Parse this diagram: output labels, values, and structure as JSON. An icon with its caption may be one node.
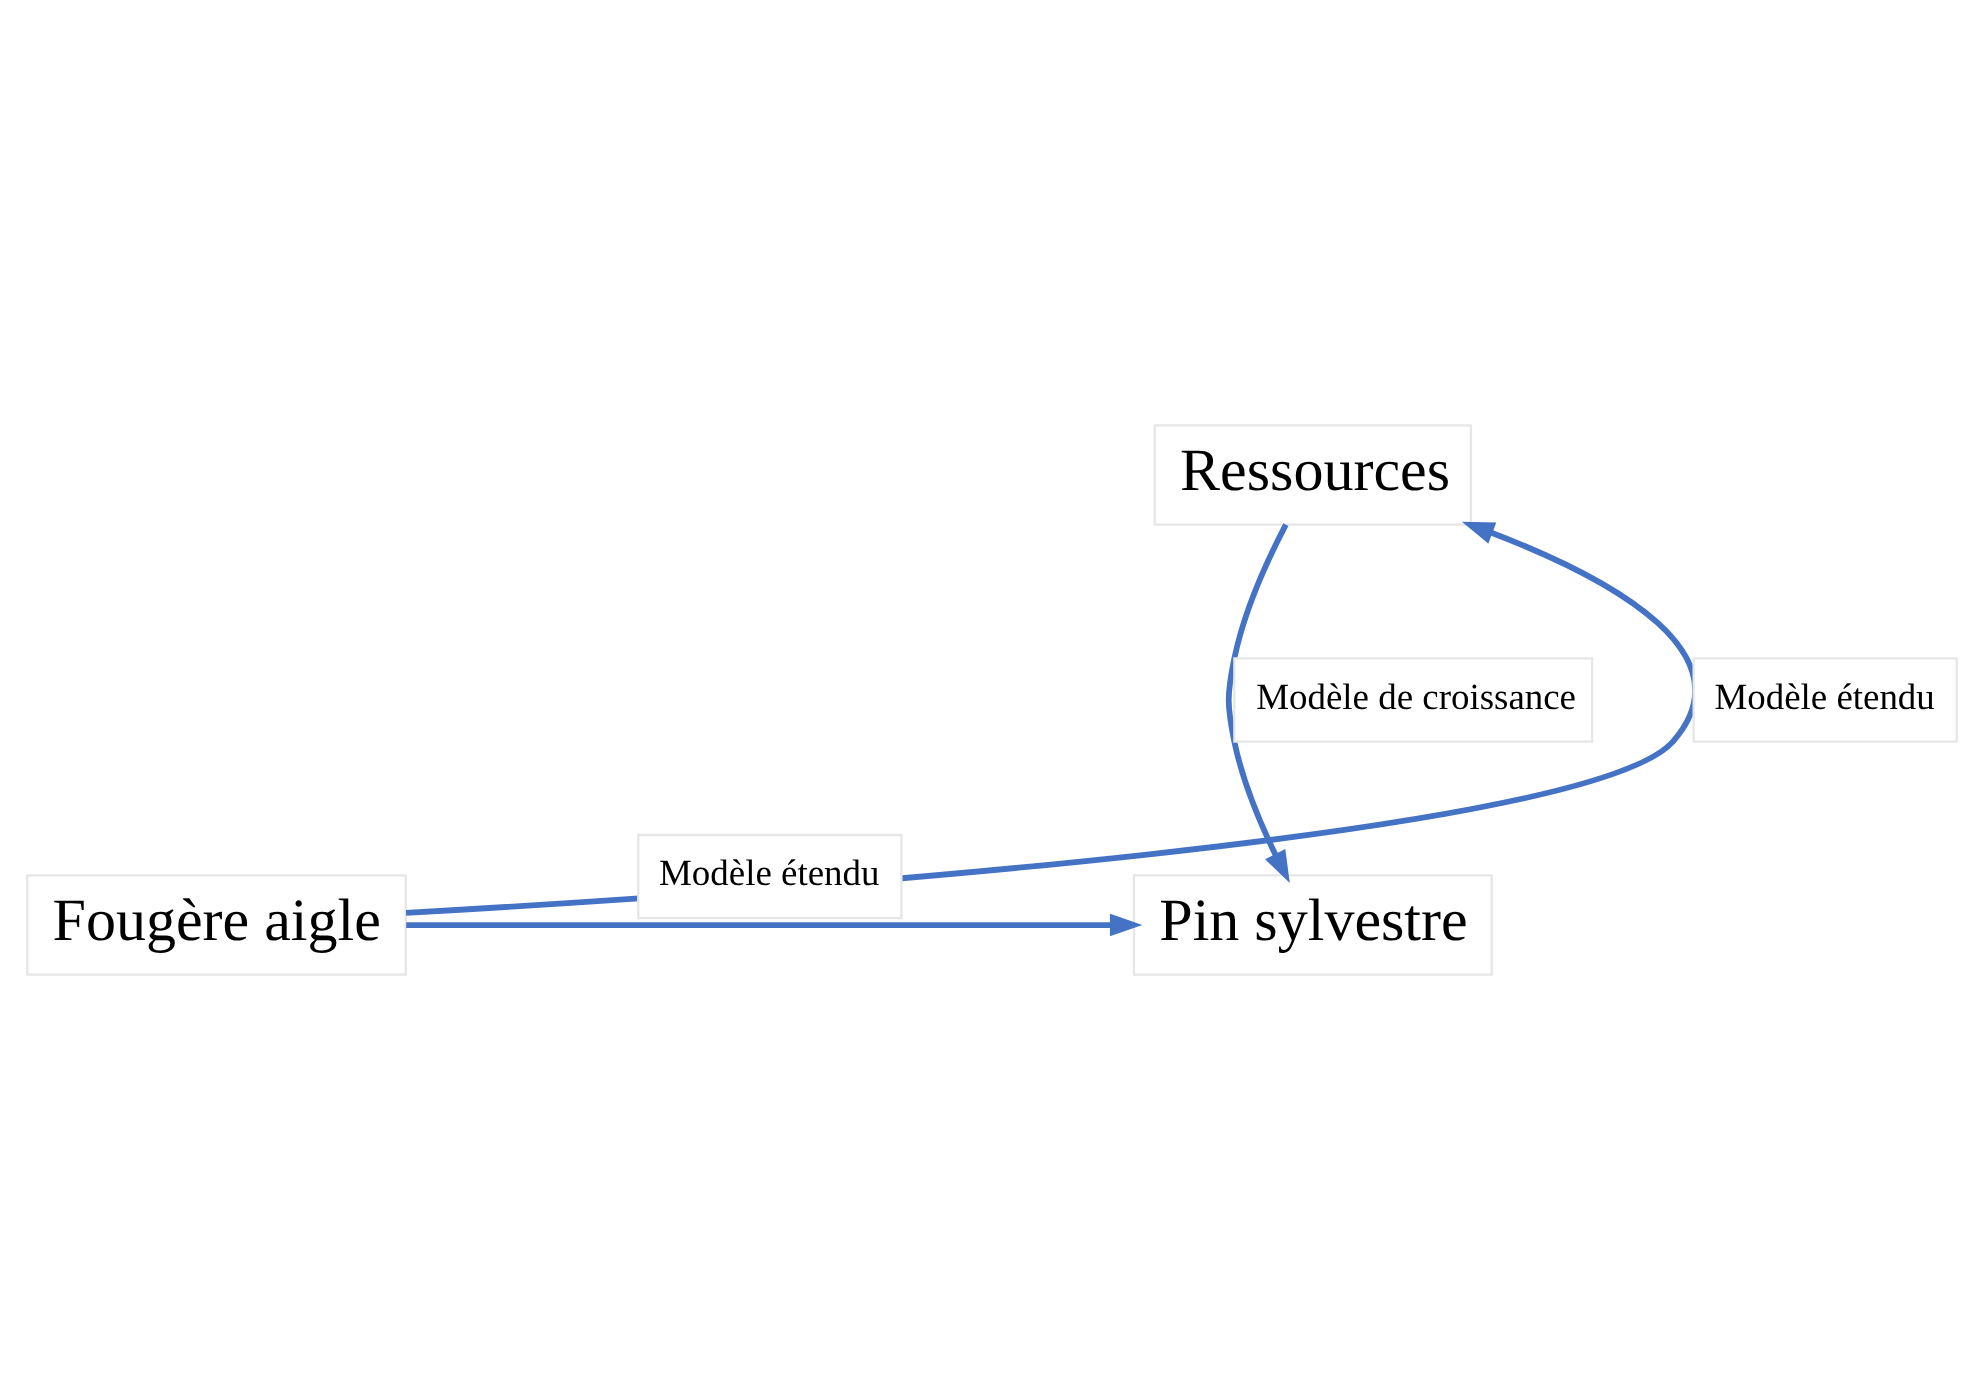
{
  "diagram": {
    "nodes": [
      {
        "text": [
          "Ressources"
        ]
      },
      {
        "text": [
          "Fougère aigle"
        ]
      },
      {
        "text": [
          "Pin sylvestre"
        ]
      }
    ],
    "edges": [
      {
        "from": 1,
        "to": 0,
        "arrow": "to",
        "label": "Modèle étendu"
      },
      {
        "from": 0,
        "to": 2,
        "arrow": "to",
        "label": "Modèle de croissance"
      },
      {
        "from": 1,
        "to": 2,
        "arrow": "to",
        "label": "Modèle étendu"
      }
    ]
  }
}
